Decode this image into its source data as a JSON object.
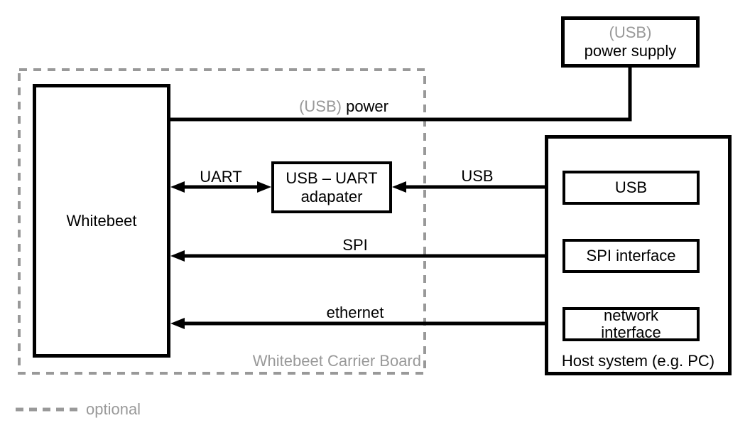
{
  "boxes": {
    "whitebeet": "Whitebeet",
    "adapter_line1": "USB – UART",
    "adapter_line2": "adapater",
    "power_supply_line1": "(USB)",
    "power_supply_line2": "power supply",
    "host_system": "Host system (e.g. PC)",
    "host_usb": "USB",
    "host_spi": "SPI interface",
    "host_network_line1": "network",
    "host_network_line2": "interface"
  },
  "labels": {
    "carrier_board": "Whitebeet Carrier Board",
    "power_prefix": "(USB)",
    "power": "power",
    "uart": "UART",
    "usb": "USB",
    "spi": "SPI",
    "ethernet": "ethernet",
    "optional": "optional"
  },
  "colors": {
    "line_black": "#000000",
    "optional_gray": "#999999"
  }
}
